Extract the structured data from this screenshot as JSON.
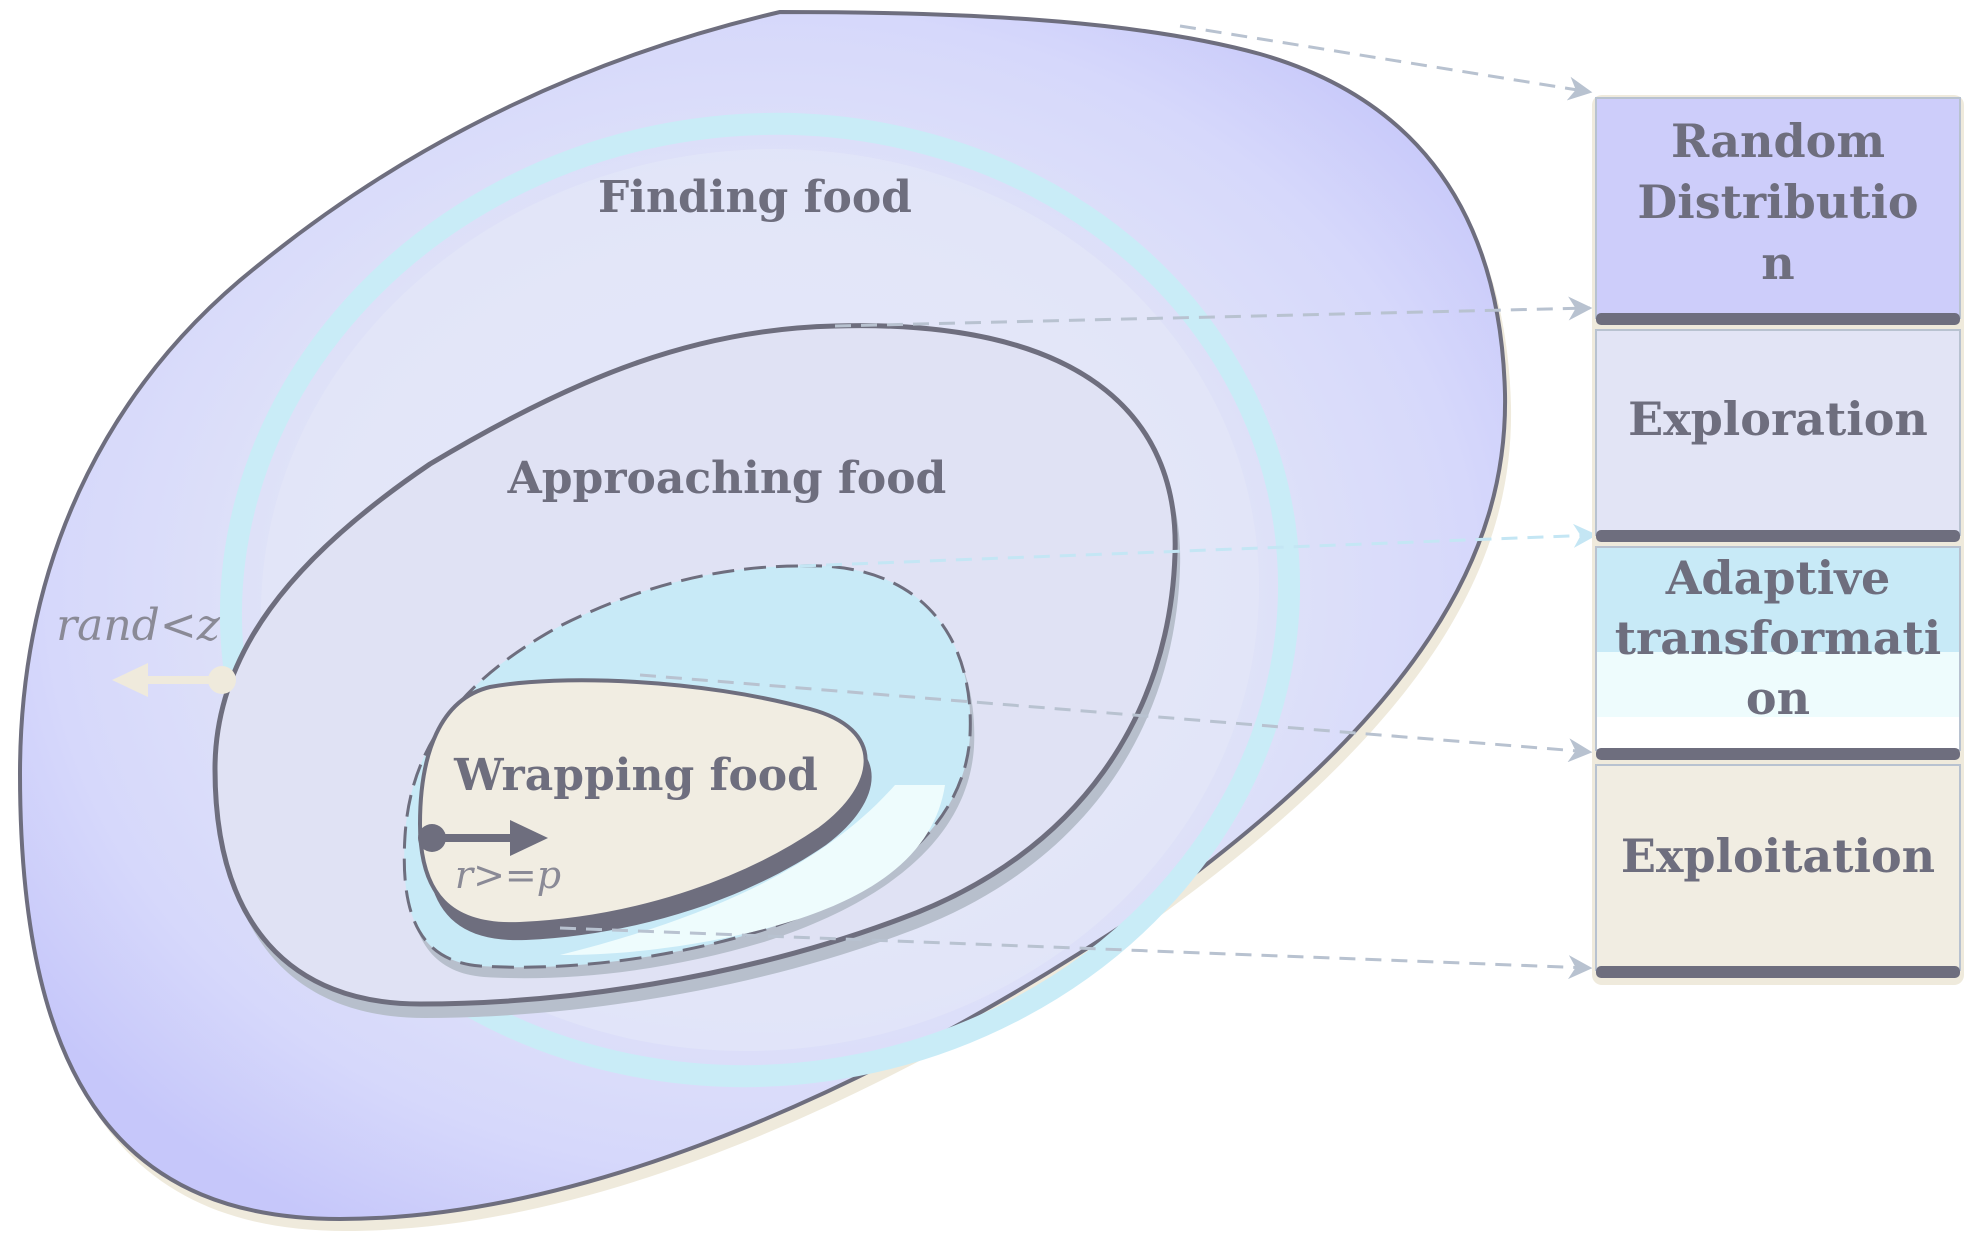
{
  "regions": {
    "finding": "Finding food",
    "approaching": "Approaching food",
    "wrapping": "Wrapping food"
  },
  "conditions": {
    "rand": "rand<z",
    "r": "r>=p"
  },
  "legend": {
    "random": [
      "Random",
      "Distributio",
      "n"
    ],
    "exploration": "Exploration",
    "adaptive": [
      "Adaptive",
      "transformati",
      "on"
    ],
    "exploitation": "Exploitation"
  },
  "colors": {
    "random": "#cdcdfa",
    "exploration": "#e2e4f5",
    "adaptive": "#c8eaf7",
    "exploitation": "#f1ede2",
    "outline": "#6e6e7e",
    "dashed_arrow": "#b8c2d0"
  }
}
